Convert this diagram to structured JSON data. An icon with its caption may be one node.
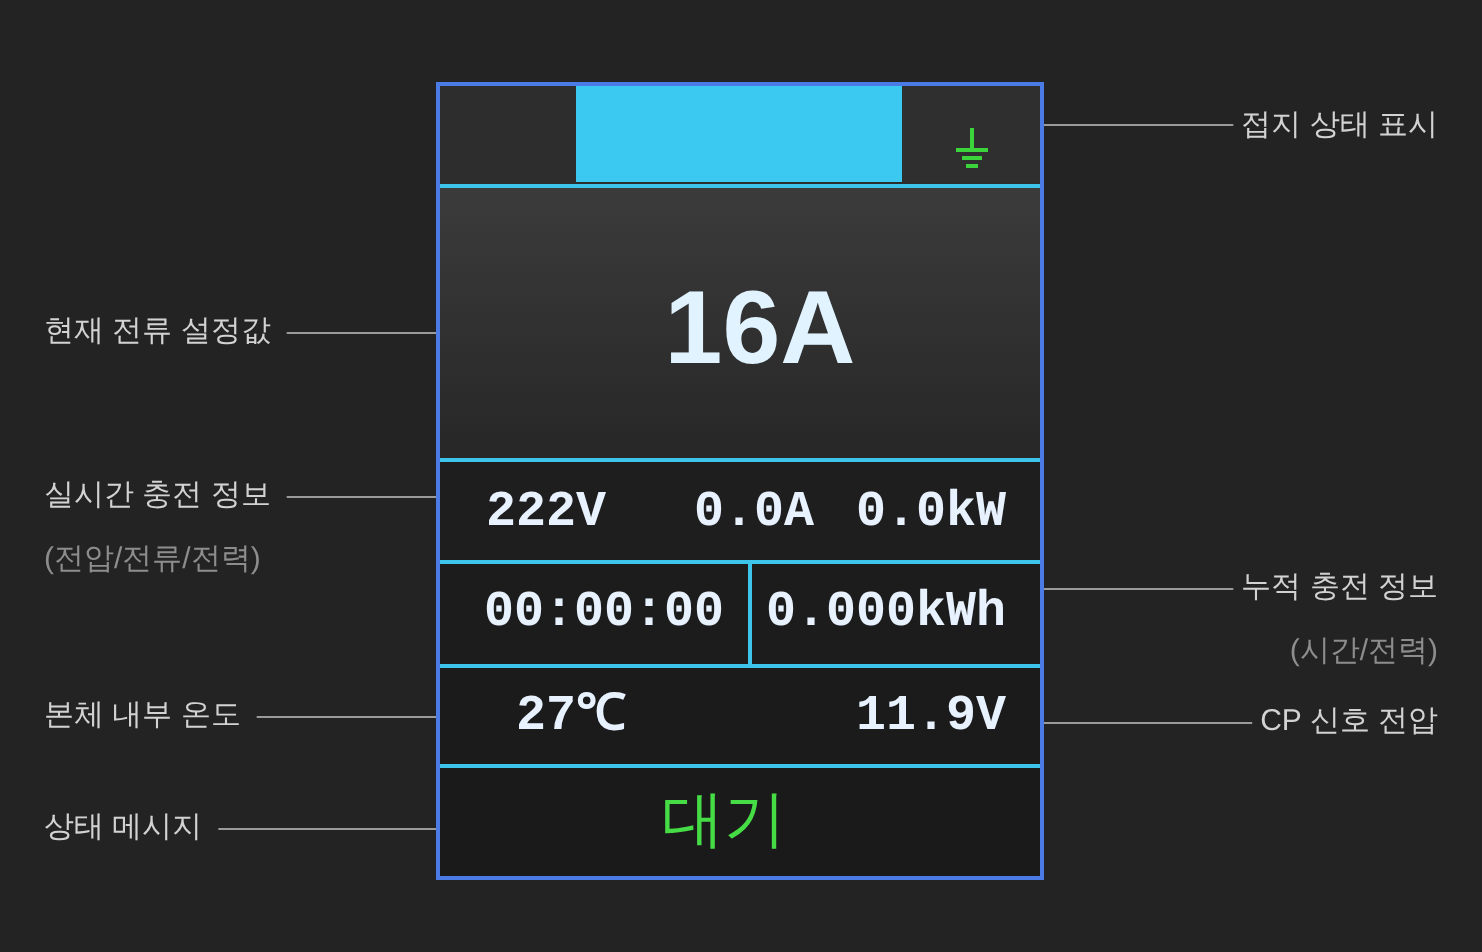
{
  "diagram": {
    "nodes": [
      {
        "text": [],
        "shape": "box"
      },
      {
        "text": [],
        "shape": "bar",
        "in": 0
      },
      {
        "text": [],
        "shape": "box",
        "in": 0
      },
      {
        "text": [
          "16A"
        ],
        "in": 0
      },
      {
        "text": [
          "222V",
          "0.0A",
          "0.0kW"
        ],
        "in": 0
      },
      {
        "text": [
          "00:00:00",
          "0.000kWh"
        ],
        "in": 0
      },
      {
        "text": [
          "27℃",
          "11.9V"
        ],
        "in": 0
      },
      {
        "text": [
          "대기"
        ],
        "in": 0
      },
      {
        "text": [
          "접지 상태 표시"
        ]
      },
      {
        "text": [
          "현재 전류 설정값"
        ]
      },
      {
        "text": [
          "실시간 충전 정보",
          "(전압/전류/전력)"
        ]
      },
      {
        "text": [
          "누적 충전 정보",
          "(시간/전력)"
        ]
      },
      {
        "text": [
          "본체 내부 온도"
        ]
      },
      {
        "text": [
          "CP 신호 전압"
        ]
      },
      {
        "text": [
          "상태 메시지"
        ]
      }
    ],
    "edges": [
      {
        "from": 8,
        "to": 2,
        "arrow": "none"
      },
      {
        "from": 9,
        "to": 3,
        "arrow": "none"
      },
      {
        "from": 10,
        "to": 4,
        "arrow": "none"
      },
      {
        "from": 11,
        "to": 5,
        "arrow": "none"
      },
      {
        "from": 12,
        "to": 6,
        "arrow": "none"
      },
      {
        "from": 13,
        "to": 6,
        "arrow": "none"
      },
      {
        "from": 14,
        "to": 7,
        "arrow": "none"
      }
    ]
  }
}
